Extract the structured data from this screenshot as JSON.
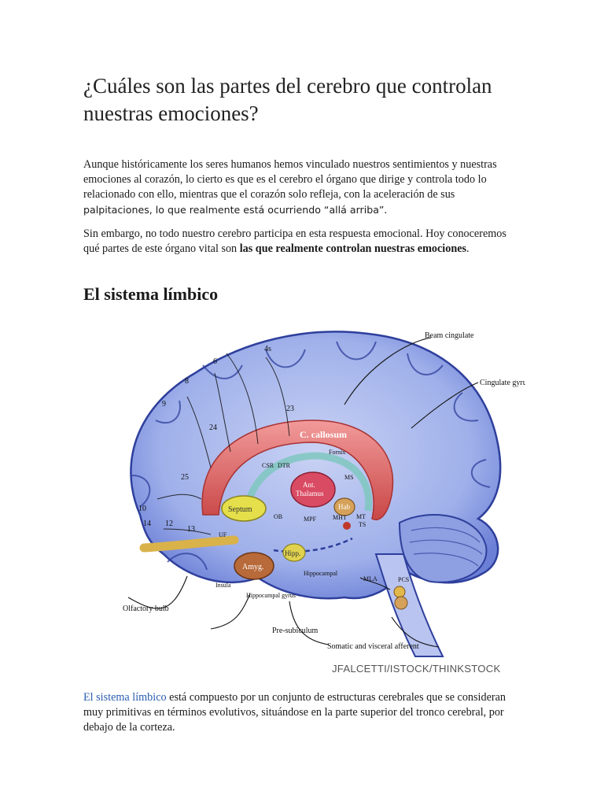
{
  "title": "¿Cuáles son las partes del cerebro que controlan nuestras emociones?",
  "para1": {
    "main": "Aunque históricamente los seres humanos hemos vinculado nuestros sentimientos y nuestras emociones al corazón, lo cierto es que es el cerebro el órgano que dirige y controla todo lo relacionado con ello, mientras que el corazón solo refleja, con la aceleración de sus",
    "tail": "palpitaciones, lo que realmente está ocurriendo “allá arriba”",
    "end": "."
  },
  "para2": {
    "main": "Sin embargo, no todo nuestro cerebro participa en esta respuesta emocional. Hoy conoceremos qué partes de este órgano vital son ",
    "bold": "las que realmente controlan nuestras emociones",
    "end": "."
  },
  "section_heading": "El sistema límbico",
  "figure": {
    "labels": {
      "beam_cingulate": "Beam cingulate",
      "cingulate_gyrus": "Cingulate gyrus",
      "c_callosum": "C. callosum",
      "septum": "Septum",
      "ant_thalamus": "Ant. Thalamus",
      "hab": "Hab",
      "hipp": "Hipp.",
      "amyg": "Amyg.",
      "olfactory_bulb": "Olfactory bulb",
      "insula": "Insula",
      "hippocampal_gyrus": "Hippocampal gyrus",
      "pre_subiculum": "Pre-subiculum",
      "somatic_afferent": "Somatic and visceral afferent",
      "pcs": "PCS",
      "mla": "MLA",
      "fornix": "Fornix",
      "hippocampal": "Hippocampal",
      "csr": "CSR",
      "mt": "MT",
      "mht": "MHT",
      "ms": "MS",
      "ts": "TS",
      "uf": "UF",
      "ob": "OB",
      "mpf": "MPF",
      "dtr": "DTR"
    },
    "numbers": [
      "4s",
      "6",
      "8",
      "9",
      "23",
      "24",
      "25",
      "10",
      "14",
      "12",
      "13"
    ]
  },
  "credit": "JFALCETTI/ISTOCK/THINKSTOCK",
  "para3": {
    "link": "El sistema límbico",
    "main": " está compuesto por un conjunto de estructuras cerebrales que se consideran muy primitivas en términos evolutivos, situándose en la parte superior del tronco cerebral, por debajo de la corteza."
  },
  "colors": {
    "link": "#2a5db0",
    "brain_fill": "#a9b6ec",
    "brain_stroke": "#2e3f9c",
    "callosum": "#e06a6a",
    "septum": "#e4df4a",
    "amygdala": "#b86a3a"
  }
}
